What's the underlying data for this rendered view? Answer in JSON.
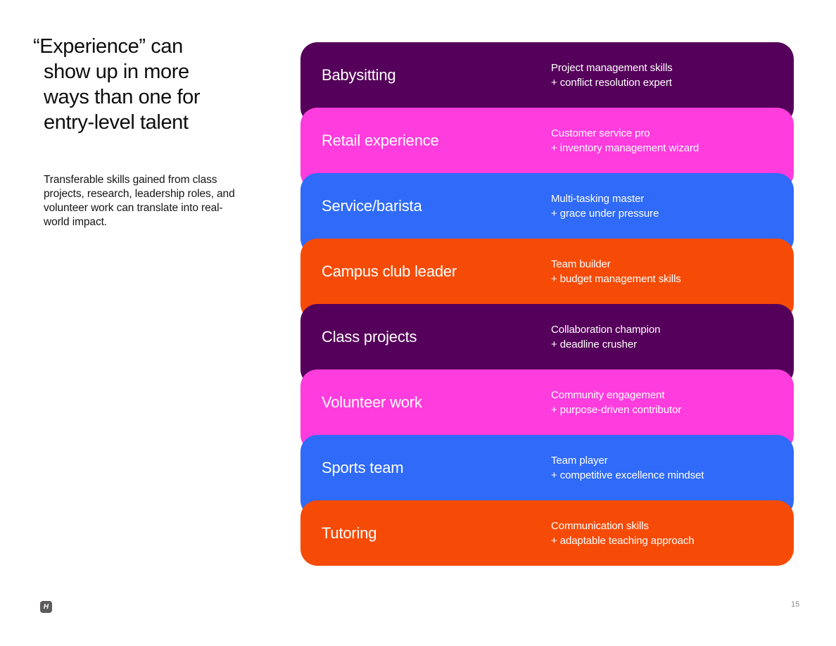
{
  "slide": {
    "title": "“Experience” can\nshow up in more\nways than one for\nentry-level talent",
    "description": "Transferable skills gained from class\nprojects, research, leadership roles, and\nvolunteer work can translate into real-\nworld impact.",
    "page_number": "15",
    "logo_letter": "H"
  },
  "cards": [
    {
      "title": "Babysitting",
      "skill_primary": "Project management skills",
      "skill_secondary": "+ conflict resolution expert",
      "color": "#55005A"
    },
    {
      "title": "Retail experience",
      "skill_primary": "Customer service pro",
      "skill_secondary": "+ inventory management wizard",
      "color": "#FF3CDD"
    },
    {
      "title": "Service/barista",
      "skill_primary": "Multi-tasking master",
      "skill_secondary": "+ grace under pressure",
      "color": "#2F6AF8"
    },
    {
      "title": "Campus club leader",
      "skill_primary": "Team builder",
      "skill_secondary": "+ budget management skills",
      "color": "#F64B07"
    },
    {
      "title": "Class projects",
      "skill_primary": "Collaboration champion",
      "skill_secondary": "+ deadline crusher",
      "color": "#55005A"
    },
    {
      "title": "Volunteer work",
      "skill_primary": "Community engagement",
      "skill_secondary": "+ purpose-driven contributor",
      "color": "#FF3CDD"
    },
    {
      "title": "Sports team",
      "skill_primary": "Team player",
      "skill_secondary": "+ competitive excellence mindset",
      "color": "#2F6AF8"
    },
    {
      "title": "Tutoring",
      "skill_primary": "Communication skills",
      "skill_secondary": "+ adaptable teaching approach",
      "color": "#F64B07"
    }
  ],
  "colors": {
    "background": "#FFFFFF",
    "card_text": "#FFFFFF",
    "title_text": "#0D0D0D",
    "purple": "#55005A",
    "magenta": "#FF3CDD",
    "blue": "#2F6AF8",
    "orange": "#F64B07",
    "footer_gray": "#8A8A8A"
  }
}
